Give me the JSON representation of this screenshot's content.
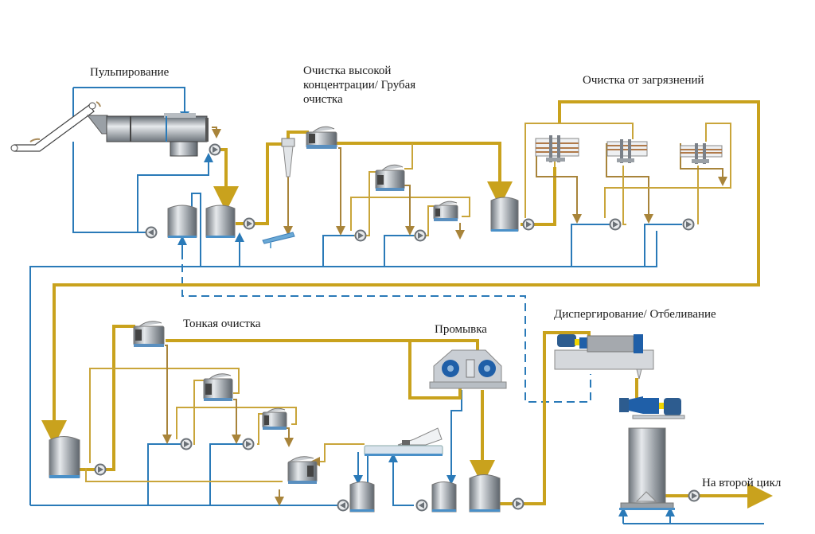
{
  "diagram": {
    "type": "process-flow",
    "stages": [
      {
        "id": "pulping",
        "label": "Пульпирование"
      },
      {
        "id": "hc_cleaning",
        "label": "Очистка высокой\nконцентрации/ Грубая\nочистка"
      },
      {
        "id": "contaminant_removal",
        "label": "Очистка от загрязнений"
      },
      {
        "id": "fine_cleaning",
        "label": "Тонкая очистка"
      },
      {
        "id": "washing",
        "label": "Промывка"
      },
      {
        "id": "dispersing_bleaching",
        "label": "Диспергирование/ Отбеливание"
      }
    ],
    "outlet_label": "На второй цикл",
    "colors": {
      "pulp_line": "#c9a21d",
      "reject_line": "#a8843a",
      "water_line": "#2a7ab8",
      "equipment_steel": "#9aa0a6",
      "equipment_blue": "#1f5fa8"
    },
    "equipment": {
      "conveyor": "conveyor-icon",
      "drum_pulper": "drum-pulper-icon",
      "tank": "tank-icon",
      "pump": "pump-icon",
      "cyclone": "cyclone-cleaner-icon",
      "pressure_screen": "pressure-screen-icon",
      "cleaner_bank": "cleaner-bank-icon",
      "washer": "twin-wire-washer-icon",
      "flotation": "flotation-cell-icon",
      "disperger": "disperger-icon",
      "bleach_tower": "bleach-tower-icon"
    }
  }
}
